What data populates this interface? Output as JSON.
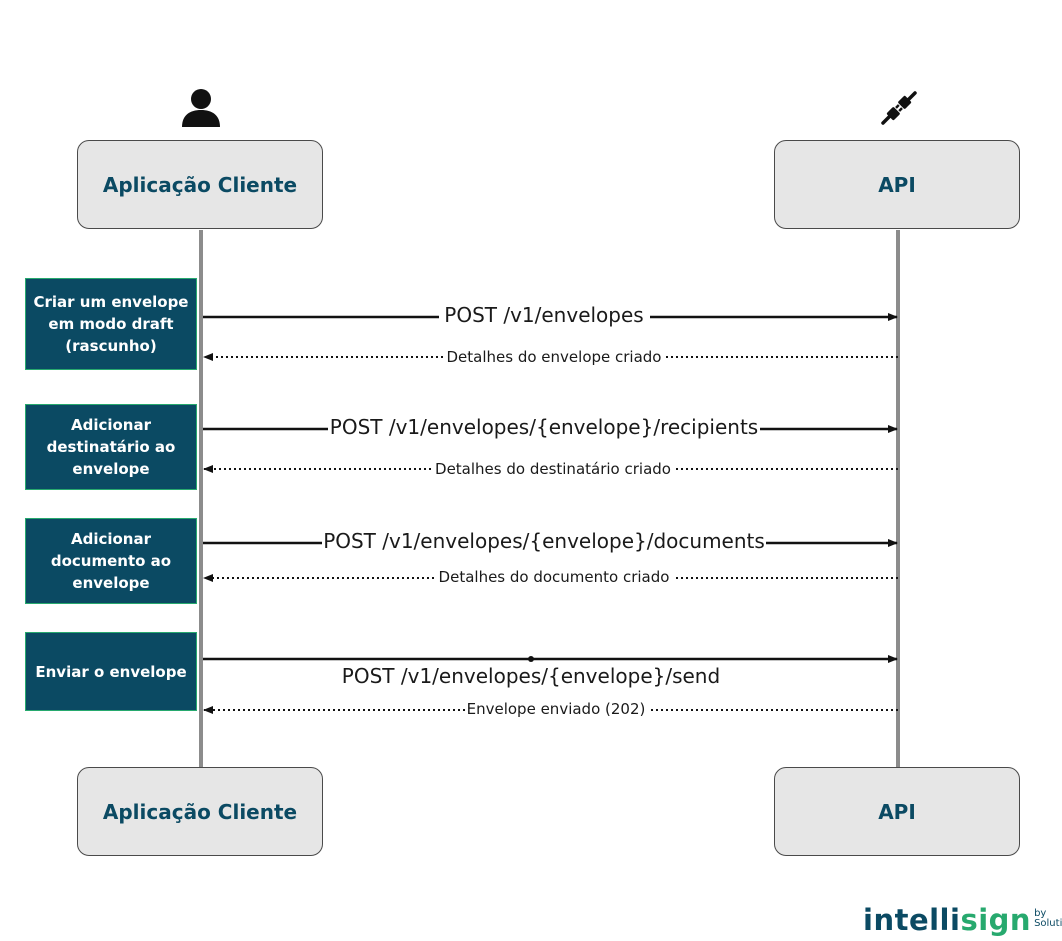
{
  "participants": {
    "client": {
      "label": "Aplicação Cliente",
      "icon": "user-icon"
    },
    "api": {
      "label": "API",
      "icon": "plug-icon"
    }
  },
  "steps": [
    {
      "label": "Criar um envelope em modo draft (rascunho)"
    },
    {
      "label": "Adicionar destinatário ao envelope"
    },
    {
      "label": "Adicionar documento ao envelope"
    },
    {
      "label": "Enviar o envelope"
    }
  ],
  "messages": [
    {
      "request": "POST /v1/envelopes",
      "response": "Detalhes do envelope criado"
    },
    {
      "request": "POST /v1/envelopes/{envelope}/recipients",
      "response": "Detalhes do destinatário criado"
    },
    {
      "request": "POST /v1/envelopes/{envelope}/documents",
      "response": "Detalhes do documento criado"
    },
    {
      "request": "POST /v1/envelopes/{envelope}/send",
      "response": "Envelope enviado (202)"
    }
  ],
  "logo": {
    "text_a": "intelli",
    "text_b": "sign",
    "by": "by",
    "by_company": "Soluti"
  },
  "colors": {
    "primary": "#0b4a63",
    "accent": "#27a96e",
    "participant_bg": "#e6e6e6",
    "lifeline": "#8c8c8c"
  }
}
